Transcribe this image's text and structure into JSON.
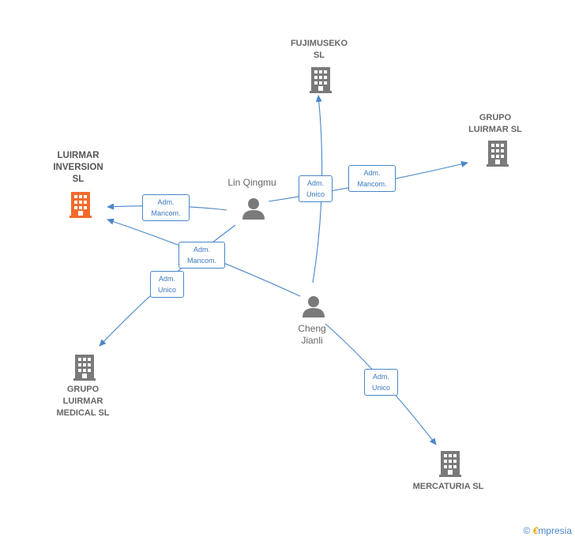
{
  "colors": {
    "edge": "#4a86c8",
    "company": "#7a7a7a",
    "focus": "#f26b2d",
    "person": "#7a7a7a"
  },
  "nodes": {
    "luirmar_inversion": {
      "label": "LUIRMAR\nINVERSION\nSL",
      "icon": "building-icon"
    },
    "fujimuseko": {
      "label": "FUJIMUSEKO\nSL",
      "icon": "building-icon"
    },
    "grupo_luirmar": {
      "label": "GRUPO\nLUIRMAR  SL",
      "icon": "building-icon"
    },
    "grupo_luirmar_medical": {
      "label": "GRUPO\nLUIRMAR\nMEDICAL  SL",
      "icon": "building-icon"
    },
    "mercaturia": {
      "label": "MERCATURIA SL",
      "icon": "building-icon"
    },
    "lin_qingmu": {
      "label": "Lin Qingmu",
      "icon": "person-icon"
    },
    "cheng_jianli": {
      "label": "Cheng\nJianli",
      "icon": "person-icon"
    }
  },
  "edges": [
    {
      "id": "lin-luirmar",
      "label": "Adm.\nMancom."
    },
    {
      "id": "cheng-luirmar",
      "label": "Adm.\nMancom."
    },
    {
      "id": "lin-medical",
      "label": "Adm.\nUnico"
    },
    {
      "id": "cheng-fujimuseko",
      "label": "Adm.\nUnico"
    },
    {
      "id": "lin-grupo",
      "label": "Adm.\nMancom."
    },
    {
      "id": "cheng-mercaturia",
      "label": "Adm.\nUnico"
    }
  ],
  "brand": {
    "copyright": "©",
    "initial": "€",
    "name": "mpresia"
  }
}
